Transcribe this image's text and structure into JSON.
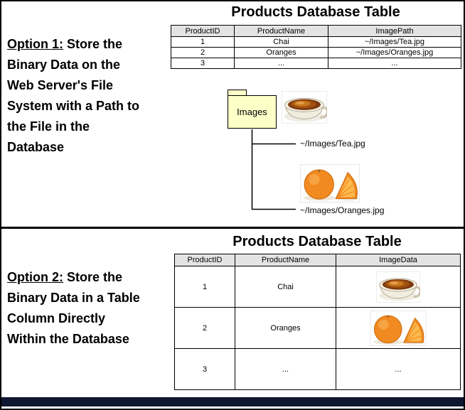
{
  "option1": {
    "label": "Option 1:",
    "description": " Store the Binary Data on the Web Server's File System with a Path to the File in the Database",
    "title": "Products Database Table",
    "table": {
      "headers": [
        "ProductID",
        "ProductName",
        "ImagePath"
      ],
      "rows": [
        [
          "1",
          "Chai",
          "~/Images/Tea.jpg"
        ],
        [
          "2",
          "Oranges",
          "~/Images/Oranges.jpg"
        ],
        [
          "3",
          "...",
          "..."
        ]
      ]
    },
    "folder_label": "Images",
    "files": [
      {
        "path": "~/Images/Tea.jpg",
        "image": "tea-photo"
      },
      {
        "path": "~/Images/Oranges.jpg",
        "image": "oranges-photo"
      }
    ]
  },
  "option2": {
    "label": "Option 2:",
    "description": " Store the Binary Data in a Table Column Directly Within the Database",
    "title": "Products Database Table",
    "table": {
      "headers": [
        "ProductID",
        "ProductName",
        "ImageData"
      ],
      "rows": [
        {
          "product_id": "1",
          "product_name": "Chai",
          "image_data": "tea-photo"
        },
        {
          "product_id": "2",
          "product_name": "Oranges",
          "image_data": "oranges-photo"
        },
        {
          "product_id": "3",
          "product_name": "...",
          "image_data": "..."
        }
      ]
    }
  },
  "colors": {
    "panel_border": "#000000",
    "table_header_bg": "#e3e3e3",
    "folder_fill": "#ffffc8",
    "bottom_bar": "#0e1630",
    "tea": "#a1500f",
    "orange": "#f18a21"
  }
}
